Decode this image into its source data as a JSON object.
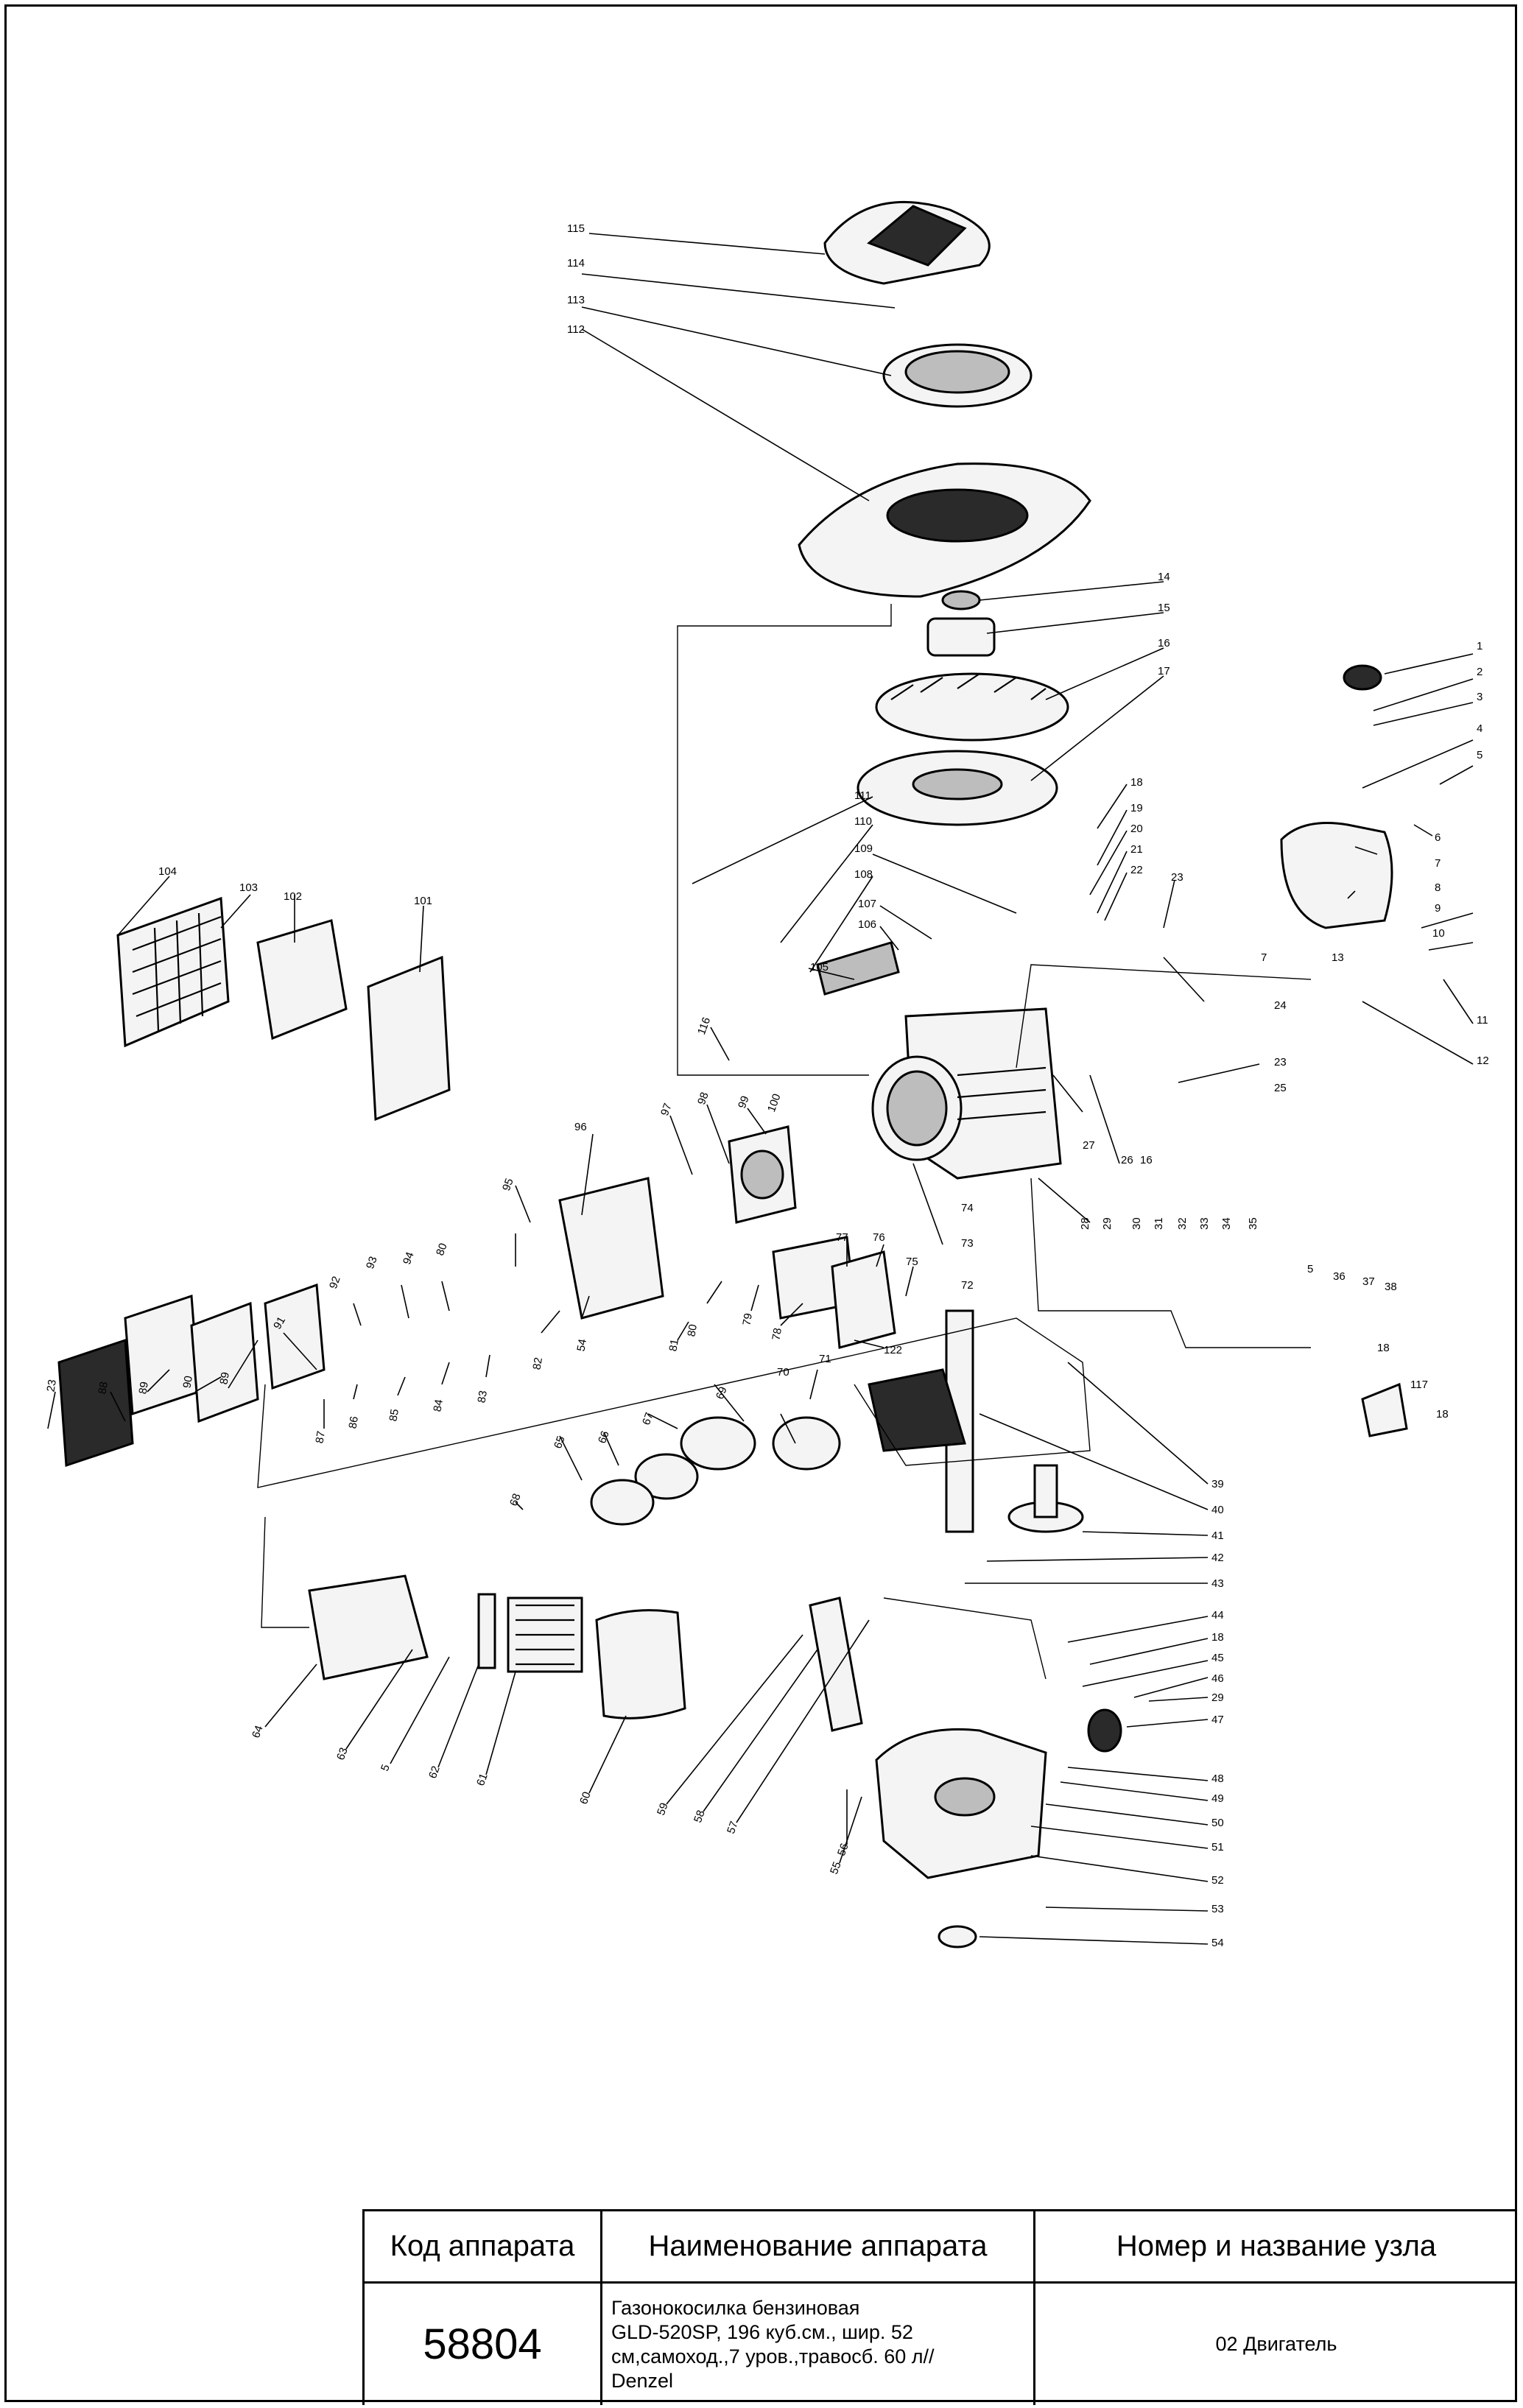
{
  "diagram": {
    "callouts": [
      {
        "id": "c115",
        "label": "115"
      },
      {
        "id": "c114",
        "label": "114"
      },
      {
        "id": "c113",
        "label": "113"
      },
      {
        "id": "c112",
        "label": "112"
      },
      {
        "id": "c14",
        "label": "14"
      },
      {
        "id": "c15",
        "label": "15"
      },
      {
        "id": "c16",
        "label": "16"
      },
      {
        "id": "c17",
        "label": "17"
      },
      {
        "id": "c111",
        "label": "111"
      },
      {
        "id": "c110",
        "label": "110"
      },
      {
        "id": "c109",
        "label": "109"
      },
      {
        "id": "c108",
        "label": "108"
      },
      {
        "id": "c107",
        "label": "107"
      },
      {
        "id": "c106",
        "label": "106"
      },
      {
        "id": "c105",
        "label": "105"
      },
      {
        "id": "c116",
        "label": "116"
      },
      {
        "id": "c104",
        "label": "104"
      },
      {
        "id": "c103",
        "label": "103"
      },
      {
        "id": "c102",
        "label": "102"
      },
      {
        "id": "c101",
        "label": "101"
      },
      {
        "id": "c1",
        "label": "1"
      },
      {
        "id": "c2",
        "label": "2"
      },
      {
        "id": "c3",
        "label": "3"
      },
      {
        "id": "c4",
        "label": "4"
      },
      {
        "id": "c5a",
        "label": "5"
      },
      {
        "id": "c6",
        "label": "6"
      },
      {
        "id": "c7a",
        "label": "7"
      },
      {
        "id": "c8",
        "label": "8"
      },
      {
        "id": "c9",
        "label": "9"
      },
      {
        "id": "c10",
        "label": "10"
      },
      {
        "id": "c11",
        "label": "11"
      },
      {
        "id": "c12",
        "label": "12"
      },
      {
        "id": "c7b",
        "label": "7"
      },
      {
        "id": "c13",
        "label": "13"
      },
      {
        "id": "c18a",
        "label": "18"
      },
      {
        "id": "c19",
        "label": "19"
      },
      {
        "id": "c20",
        "label": "20"
      },
      {
        "id": "c21",
        "label": "21"
      },
      {
        "id": "c22",
        "label": "22"
      },
      {
        "id": "c23a",
        "label": "23"
      },
      {
        "id": "c24",
        "label": "24"
      },
      {
        "id": "c23b",
        "label": "23"
      },
      {
        "id": "c25",
        "label": "25"
      },
      {
        "id": "c26",
        "label": "26"
      },
      {
        "id": "c16b",
        "label": "16"
      },
      {
        "id": "c27",
        "label": "27"
      },
      {
        "id": "c28",
        "label": "28"
      },
      {
        "id": "c29a",
        "label": "29"
      },
      {
        "id": "c30",
        "label": "30"
      },
      {
        "id": "c31",
        "label": "31"
      },
      {
        "id": "c32",
        "label": "32"
      },
      {
        "id": "c33",
        "label": "33"
      },
      {
        "id": "c34",
        "label": "34"
      },
      {
        "id": "c35",
        "label": "35"
      },
      {
        "id": "c5b",
        "label": "5"
      },
      {
        "id": "c36",
        "label": "36"
      },
      {
        "id": "c37",
        "label": "37"
      },
      {
        "id": "c38",
        "label": "38"
      },
      {
        "id": "c18b",
        "label": "18"
      },
      {
        "id": "c117",
        "label": "117"
      },
      {
        "id": "c18c",
        "label": "18"
      },
      {
        "id": "c74",
        "label": "74"
      },
      {
        "id": "c73",
        "label": "73"
      },
      {
        "id": "c72",
        "label": "72"
      },
      {
        "id": "c97",
        "label": "97"
      },
      {
        "id": "c98",
        "label": "98"
      },
      {
        "id": "c99",
        "label": "99"
      },
      {
        "id": "c100",
        "label": "100"
      },
      {
        "id": "c96",
        "label": "96"
      },
      {
        "id": "c95",
        "label": "95"
      },
      {
        "id": "c92",
        "label": "92"
      },
      {
        "id": "c93",
        "label": "93"
      },
      {
        "id": "c94",
        "label": "94"
      },
      {
        "id": "c80a",
        "label": "80"
      },
      {
        "id": "c91",
        "label": "91"
      },
      {
        "id": "c23c",
        "label": "23"
      },
      {
        "id": "c88",
        "label": "88"
      },
      {
        "id": "c89a",
        "label": "89"
      },
      {
        "id": "c90",
        "label": "90"
      },
      {
        "id": "c89b",
        "label": "89"
      },
      {
        "id": "c87",
        "label": "87"
      },
      {
        "id": "c86",
        "label": "86"
      },
      {
        "id": "c85",
        "label": "85"
      },
      {
        "id": "c84",
        "label": "84"
      },
      {
        "id": "c83",
        "label": "83"
      },
      {
        "id": "c82",
        "label": "82"
      },
      {
        "id": "c54a",
        "label": "54"
      },
      {
        "id": "c81",
        "label": "81"
      },
      {
        "id": "c80b",
        "label": "80"
      },
      {
        "id": "c79",
        "label": "79"
      },
      {
        "id": "c78",
        "label": "78"
      },
      {
        "id": "c77",
        "label": "77"
      },
      {
        "id": "c76",
        "label": "76"
      },
      {
        "id": "c75",
        "label": "75"
      },
      {
        "id": "c122",
        "label": "122"
      },
      {
        "id": "c70",
        "label": "70"
      },
      {
        "id": "c71",
        "label": "71"
      },
      {
        "id": "c69",
        "label": "69"
      },
      {
        "id": "c67",
        "label": "67"
      },
      {
        "id": "c66",
        "label": "66"
      },
      {
        "id": "c65",
        "label": "65"
      },
      {
        "id": "c68",
        "label": "68"
      },
      {
        "id": "c39",
        "label": "39"
      },
      {
        "id": "c40",
        "label": "40"
      },
      {
        "id": "c41",
        "label": "41"
      },
      {
        "id": "c42",
        "label": "42"
      },
      {
        "id": "c43",
        "label": "43"
      },
      {
        "id": "c44",
        "label": "44"
      },
      {
        "id": "c18d",
        "label": "18"
      },
      {
        "id": "c45",
        "label": "45"
      },
      {
        "id": "c46",
        "label": "46"
      },
      {
        "id": "c29b",
        "label": "29"
      },
      {
        "id": "c47",
        "label": "47"
      },
      {
        "id": "c48",
        "label": "48"
      },
      {
        "id": "c49",
        "label": "49"
      },
      {
        "id": "c50",
        "label": "50"
      },
      {
        "id": "c51",
        "label": "51"
      },
      {
        "id": "c52",
        "label": "52"
      },
      {
        "id": "c53",
        "label": "53"
      },
      {
        "id": "c54b",
        "label": "54"
      },
      {
        "id": "c64",
        "label": "64"
      },
      {
        "id": "c63",
        "label": "63"
      },
      {
        "id": "c5c",
        "label": "5"
      },
      {
        "id": "c62",
        "label": "62"
      },
      {
        "id": "c61",
        "label": "61"
      },
      {
        "id": "c60",
        "label": "60"
      },
      {
        "id": "c59",
        "label": "59"
      },
      {
        "id": "c58",
        "label": "58"
      },
      {
        "id": "c57",
        "label": "57"
      },
      {
        "id": "c56",
        "label": "56"
      },
      {
        "id": "c55",
        "label": "55"
      }
    ]
  },
  "titleblock": {
    "header_code": "Код аппарата",
    "header_name": "Наименование аппарата",
    "header_node": "Номер и название узла",
    "code": "58804",
    "name": "Газонокосилка бензиновая\nGLD-520SP, 196 куб.см., шир. 52\nсм,самоход.,7 уров.,травосб. 60 л//\nDenzel",
    "node": "02 Двигатель"
  }
}
